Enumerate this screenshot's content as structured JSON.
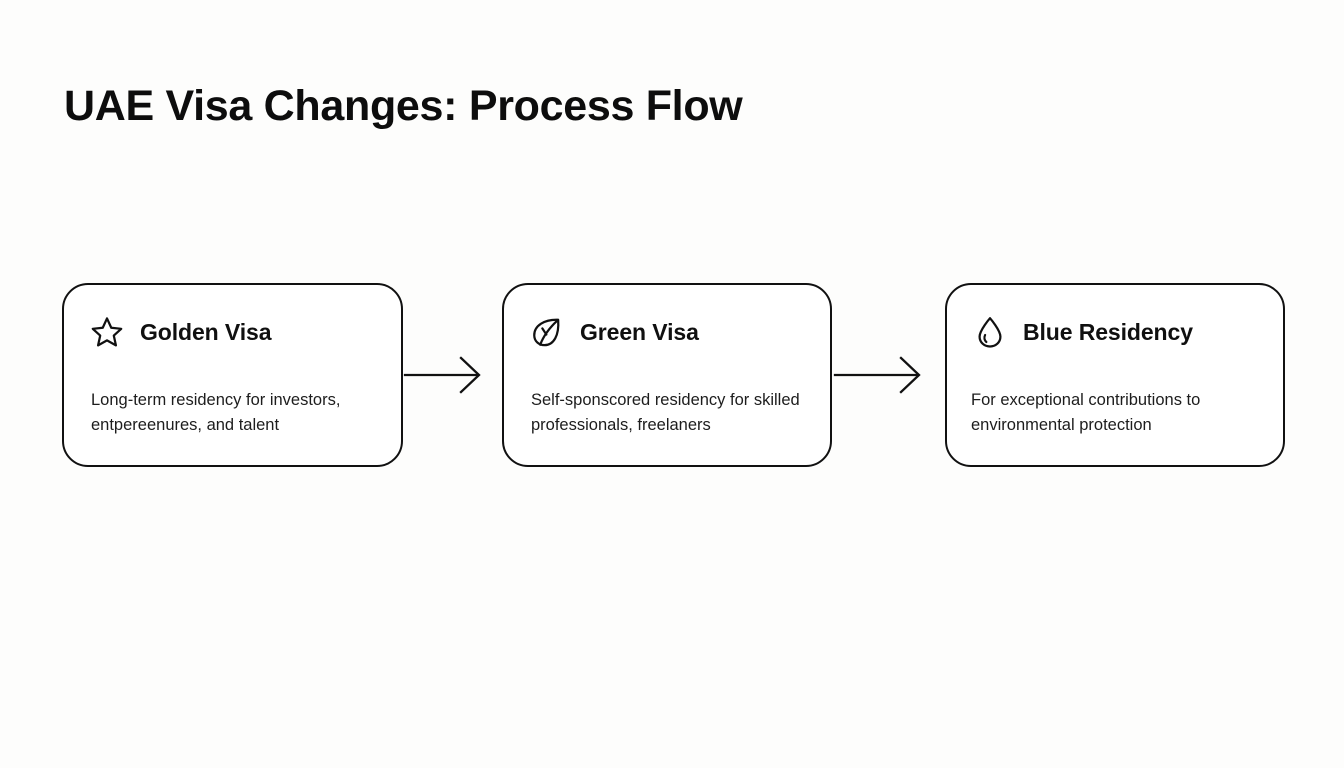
{
  "page": {
    "title": "UAE Visa Changes: Process Flow",
    "background_color": "#fdfdfc",
    "stroke_color": "#111111",
    "text_color": "#101010"
  },
  "flow": {
    "steps": [
      {
        "icon": "star-icon",
        "title": "Golden Visa",
        "description": "Long-term residency for investors, entpereenures, and talent"
      },
      {
        "icon": "leaf-icon",
        "title": "Green Visa",
        "description": "Self-sponscored residency for skilled professionals, freelaners"
      },
      {
        "icon": "water-drop-icon",
        "title": "Blue Residency",
        "description": "For exceptional contributions to environmental protection"
      }
    ],
    "connectors": [
      {
        "name": "arrow-right-icon",
        "from": "Golden Visa",
        "to": "Green Visa"
      },
      {
        "name": "arrow-right-icon",
        "from": "Green Visa",
        "to": "Blue Residency"
      }
    ]
  }
}
